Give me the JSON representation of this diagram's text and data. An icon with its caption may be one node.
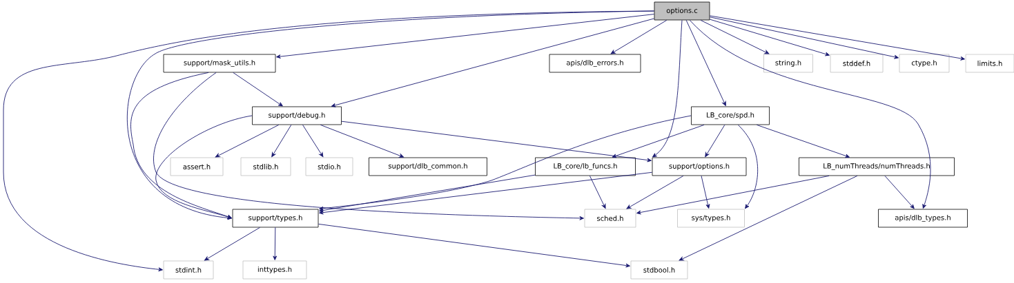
{
  "diagram": {
    "nodes": [
      {
        "text": [
          "options.c"
        ]
      },
      {
        "text": [
          "support/mask_utils.h"
        ]
      },
      {
        "text": [
          "apis/dlb_errors.h"
        ]
      },
      {
        "text": [
          "string.h"
        ]
      },
      {
        "text": [
          "stddef.h"
        ]
      },
      {
        "text": [
          "ctype.h"
        ]
      },
      {
        "text": [
          "limits.h"
        ]
      },
      {
        "text": [
          "support/debug.h"
        ]
      },
      {
        "text": [
          "LB_core/spd.h"
        ]
      },
      {
        "text": [
          "assert.h"
        ]
      },
      {
        "text": [
          "stdlib.h"
        ]
      },
      {
        "text": [
          "stdio.h"
        ]
      },
      {
        "text": [
          "support/dlb_common.h"
        ]
      },
      {
        "text": [
          "LB_core/lb_funcs.h"
        ]
      },
      {
        "text": [
          "support/options.h"
        ]
      },
      {
        "text": [
          "LB_numThreads/numThreads.h"
        ]
      },
      {
        "text": [
          "support/types.h"
        ]
      },
      {
        "text": [
          "sched.h"
        ]
      },
      {
        "text": [
          "sys/types.h"
        ]
      },
      {
        "text": [
          "apis/dlb_types.h"
        ]
      },
      {
        "text": [
          "stdint.h"
        ]
      },
      {
        "text": [
          "inttypes.h"
        ]
      },
      {
        "text": [
          "stdbool.h"
        ]
      }
    ],
    "edges": [
      {
        "from": 0,
        "to": 1,
        "arrow": "to"
      },
      {
        "from": 0,
        "to": 7,
        "arrow": "to"
      },
      {
        "from": 0,
        "to": 2,
        "arrow": "to"
      },
      {
        "from": 0,
        "to": 3,
        "arrow": "to"
      },
      {
        "from": 0,
        "to": 4,
        "arrow": "to"
      },
      {
        "from": 0,
        "to": 5,
        "arrow": "to"
      },
      {
        "from": 0,
        "to": 6,
        "arrow": "to"
      },
      {
        "from": 0,
        "to": 8,
        "arrow": "to"
      },
      {
        "from": 0,
        "to": 14,
        "arrow": "to"
      },
      {
        "from": 0,
        "to": 19,
        "arrow": "to"
      },
      {
        "from": 0,
        "to": 16,
        "arrow": "to"
      },
      {
        "from": 0,
        "to": 20,
        "arrow": "to"
      },
      {
        "from": 1,
        "to": 7,
        "arrow": "to"
      },
      {
        "from": 1,
        "to": 16,
        "arrow": "to"
      },
      {
        "from": 1,
        "to": 17,
        "arrow": "to"
      },
      {
        "from": 7,
        "to": 9,
        "arrow": "to"
      },
      {
        "from": 7,
        "to": 10,
        "arrow": "to"
      },
      {
        "from": 7,
        "to": 11,
        "arrow": "to"
      },
      {
        "from": 7,
        "to": 12,
        "arrow": "to"
      },
      {
        "from": 7,
        "to": 14,
        "arrow": "to"
      },
      {
        "from": 7,
        "to": 16,
        "arrow": "to"
      },
      {
        "from": 8,
        "to": 16,
        "arrow": "to"
      },
      {
        "from": 8,
        "to": 13,
        "arrow": "to"
      },
      {
        "from": 8,
        "to": 14,
        "arrow": "to"
      },
      {
        "from": 8,
        "to": 18,
        "arrow": "to"
      },
      {
        "from": 8,
        "to": 15,
        "arrow": "to"
      },
      {
        "from": 13,
        "to": 16,
        "arrow": "to"
      },
      {
        "from": 13,
        "to": 17,
        "arrow": "to"
      },
      {
        "from": 14,
        "to": 16,
        "arrow": "to"
      },
      {
        "from": 14,
        "to": 17,
        "arrow": "to"
      },
      {
        "from": 14,
        "to": 18,
        "arrow": "to"
      },
      {
        "from": 15,
        "to": 17,
        "arrow": "to"
      },
      {
        "from": 15,
        "to": 22,
        "arrow": "to"
      },
      {
        "from": 15,
        "to": 19,
        "arrow": "to"
      },
      {
        "from": 16,
        "to": 20,
        "arrow": "to"
      },
      {
        "from": 16,
        "to": 21,
        "arrow": "to"
      },
      {
        "from": 16,
        "to": 22,
        "arrow": "to"
      }
    ]
  }
}
